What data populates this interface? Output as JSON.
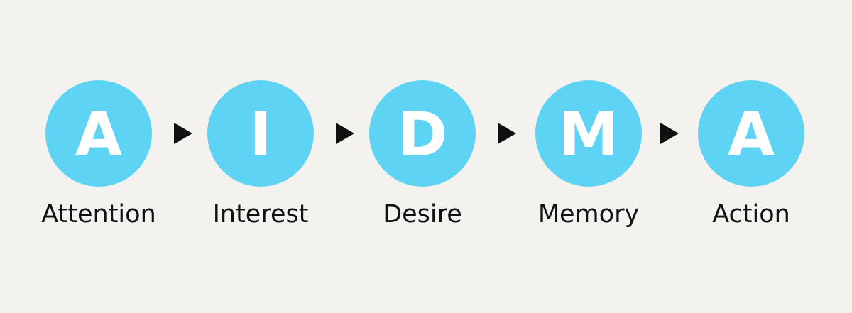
{
  "colors": {
    "background": "#f3f2ef",
    "circle": "#5fd3f3",
    "letter": "#ffffff",
    "label": "#111111",
    "arrow": "#111111"
  },
  "stages": [
    {
      "letter": "A",
      "label": "Attention"
    },
    {
      "letter": "I",
      "label": "Interest"
    },
    {
      "letter": "D",
      "label": "Desire"
    },
    {
      "letter": "M",
      "label": "Memory"
    },
    {
      "letter": "A",
      "label": "Action"
    }
  ],
  "connectors": [
    {
      "icon": "right-triangle-arrow-icon"
    },
    {
      "icon": "right-triangle-arrow-icon"
    },
    {
      "icon": "right-triangle-arrow-icon"
    },
    {
      "icon": "right-triangle-arrow-icon"
    }
  ]
}
